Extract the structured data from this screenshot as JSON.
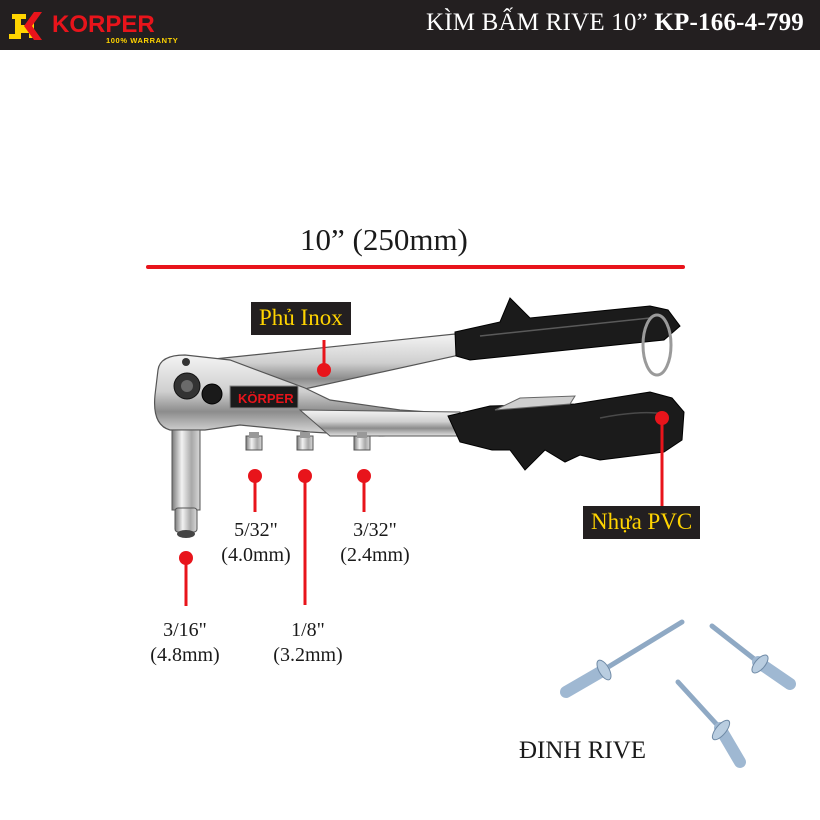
{
  "header": {
    "brand": "KORPER",
    "brand_letters": [
      "K",
      "Ö",
      "R",
      "P",
      "E",
      "R"
    ],
    "warranty": "100% WARRANTY",
    "title_prefix": "KÌM BẤM RIVE 10”",
    "title_code": "KP-166-4-799"
  },
  "dimension": {
    "label": "10” (250mm)"
  },
  "callouts": {
    "coating": "Phủ Inox",
    "handle": "Nhựa PVC"
  },
  "sizes": [
    {
      "inch": "3/16\"",
      "mm": "(4.8mm)"
    },
    {
      "inch": "5/32\"",
      "mm": "(4.0mm)"
    },
    {
      "inch": "1/8\"",
      "mm": "(3.2mm)"
    },
    {
      "inch": "3/32\"",
      "mm": "(2.4mm)"
    }
  ],
  "rivets": {
    "caption": "ĐINH RIVE"
  },
  "colors": {
    "header_bg": "#231f20",
    "accent_red": "#e8141b",
    "tag_text": "#ffd400",
    "logo_red": "#e8141b",
    "logo_yellow": "#ffd400"
  }
}
